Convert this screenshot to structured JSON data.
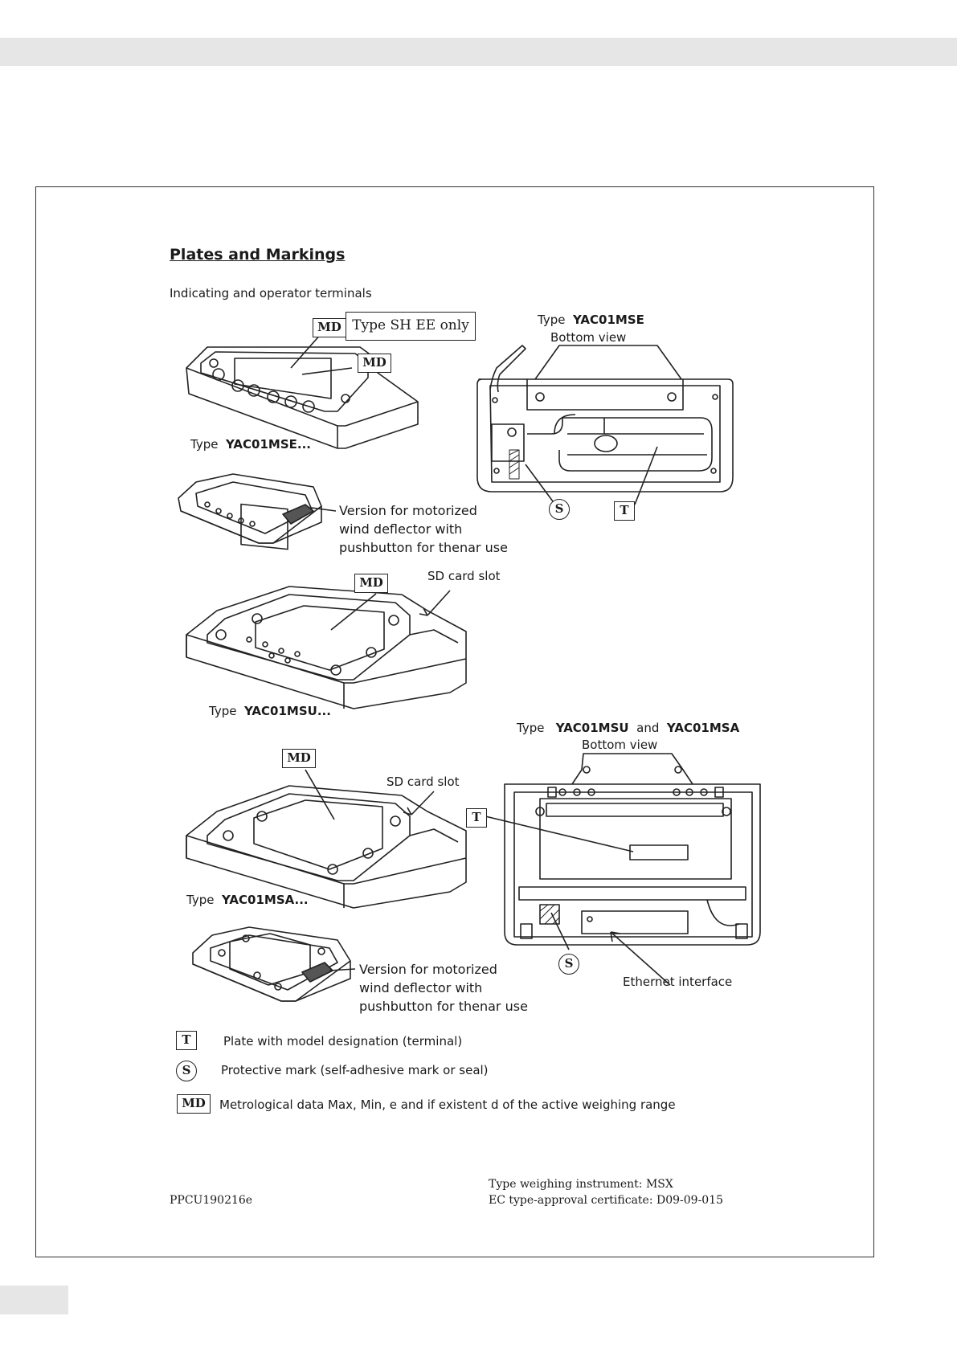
{
  "page": {
    "title": "Plates and Markings",
    "subtitle": "Indicating and operator terminals"
  },
  "callouts": {
    "type_sh_ee": "Type SH EE only",
    "md": "MD",
    "t": "T",
    "s": "S",
    "sd_card_slot": "SD card slot",
    "ethernet_interface": "Ethernet interface",
    "version_motorized_lines": [
      "Version for motorized",
      "wind deflector with",
      "pushbutton for thenar use"
    ]
  },
  "labels": {
    "type_word": "Type",
    "yac01mse_dots": "YAC01MSE...",
    "yac01msu_dots": "YAC01MSU...",
    "yac01msa_dots": "YAC01MSA...",
    "yac01mse": "YAC01MSE",
    "yac01msu": "YAC01MSU",
    "and_word": "and",
    "yac01msa": "YAC01MSA",
    "bottom_view": "Bottom view"
  },
  "legend": [
    {
      "symbol": "T",
      "text": "Plate with model designation (terminal)"
    },
    {
      "symbol": "S",
      "text": "Protective mark (self-adhesive mark or seal)"
    },
    {
      "symbol": "MD",
      "text": "Metrological data Max, Min, e and if existent d of the active weighing range"
    }
  ],
  "footer": {
    "doc_code": "PPCU190216e",
    "instrument_type": "Type weighing instrument: MSX",
    "certificate": "EC type-approval certificate: D09-09-015"
  }
}
